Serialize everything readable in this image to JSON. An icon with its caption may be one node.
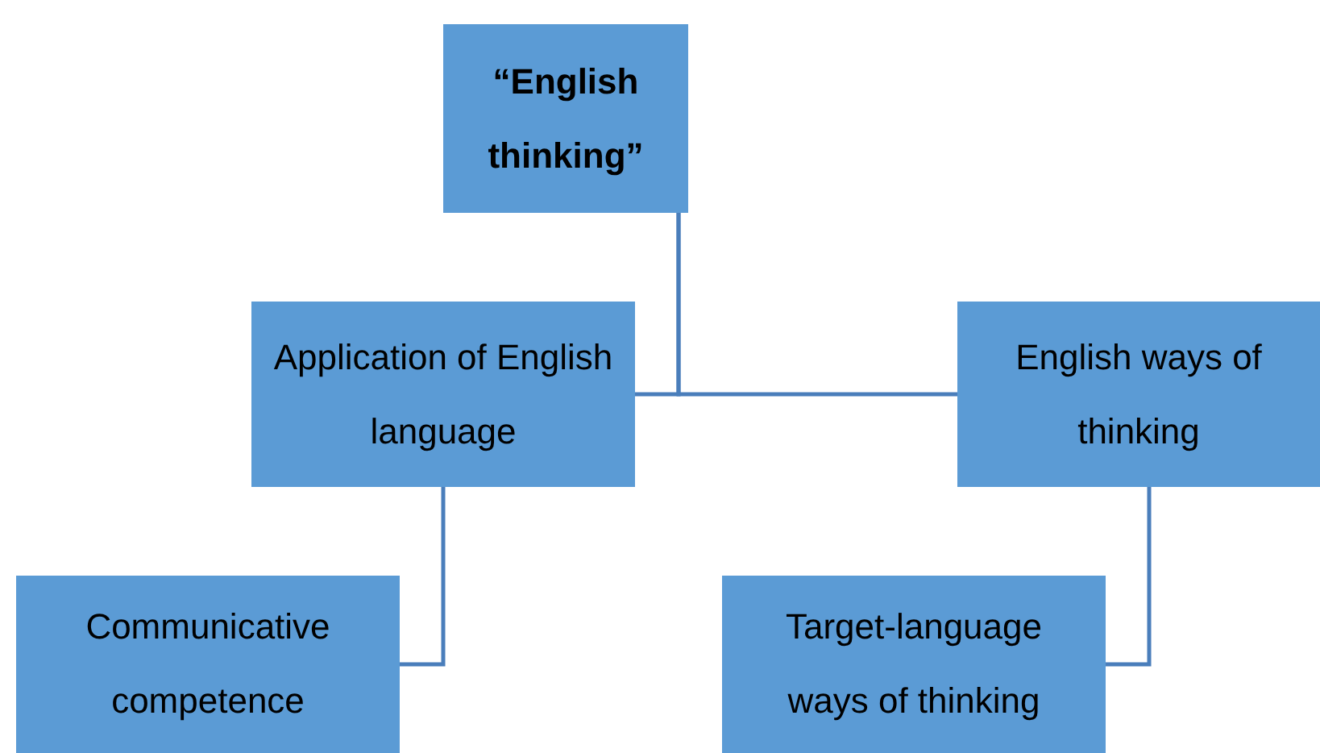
{
  "diagram": {
    "nodes": [
      {
        "text": [
          "“English thinking”"
        ]
      },
      {
        "text": [
          "Application of English language"
        ]
      },
      {
        "text": [
          "English ways of thinking"
        ]
      },
      {
        "text": [
          "Communicative competence"
        ]
      },
      {
        "text": [
          "Target-language ways of thinking"
        ]
      }
    ],
    "edges": [
      {
        "from": 0,
        "to": 1,
        "arrow": "none"
      },
      {
        "from": 0,
        "to": 2,
        "arrow": "none"
      },
      {
        "from": 1,
        "to": 3,
        "arrow": "none"
      },
      {
        "from": 2,
        "to": 4,
        "arrow": "none"
      }
    ]
  }
}
